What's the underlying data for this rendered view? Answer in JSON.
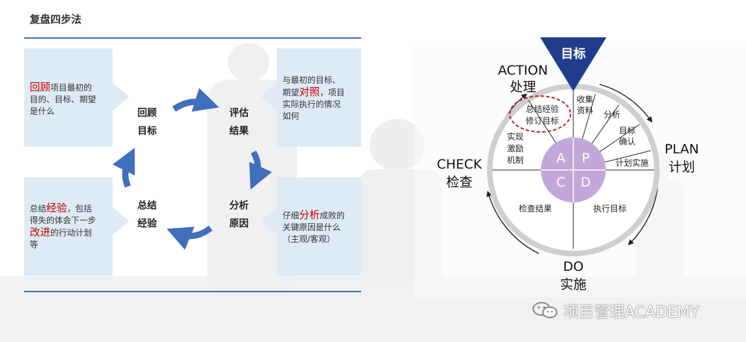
{
  "page": {
    "title": "复盘四步法"
  },
  "cycle": {
    "nodes": [
      {
        "line1": "回顾",
        "line2": "目标"
      },
      {
        "line1": "评估",
        "line2": "结果"
      },
      {
        "line1": "分析",
        "line2": "原因"
      },
      {
        "line1": "总结",
        "line2": "经验"
      }
    ],
    "boxes": {
      "review": {
        "hl": "回顾",
        "rest": "项目最初的",
        "line2": "目的、目标、期望",
        "line3": "是什么"
      },
      "evaluate": {
        "line1": "与最初的目标、",
        "pre": "期望",
        "hl": "对照",
        "post": "，项目",
        "line3": "实际执行的情况",
        "line4": "如何"
      },
      "analyze": {
        "pre": "仔细",
        "hl": "分析",
        "post": "成败的",
        "line2": "关键原因是什么",
        "line3": "（主观/客观）"
      },
      "summarize": {
        "pre": "总结",
        "hl": "经验",
        "post": "，包括",
        "line2": "得失的体会下一步",
        "hl2": "改进",
        "post2": "的行动计划",
        "line4": "等"
      }
    }
  },
  "pdca": {
    "top_label": "目标",
    "action": {
      "en": "ACTION",
      "zh": "处理"
    },
    "plan": {
      "en": "PLAN",
      "zh": "计划"
    },
    "check": {
      "en": "CHECK",
      "zh": "检查"
    },
    "do": {
      "en": "DO",
      "zh": "实施"
    },
    "letters": {
      "a": "A",
      "p": "P",
      "c": "C",
      "d": "D"
    },
    "inner": {
      "summary1": "总结经验",
      "summary2": "修订目标",
      "collect1": "收集",
      "collect2": "资料",
      "analyze": "分析",
      "confirm1": "目标",
      "confirm2": "确认",
      "plan_impl": "计划实施",
      "incent1": "实现",
      "incent2": "激励",
      "incent3": "机制",
      "check_result": "检查结果",
      "exec_goal": "执行目标"
    },
    "colors": {
      "navy": "#1f3d8c",
      "center": "#c3a7d8",
      "dashed": "#c0242b"
    }
  },
  "watermark": {
    "text": "项目管理ACADEMY",
    "icon": "wechat-icon"
  }
}
